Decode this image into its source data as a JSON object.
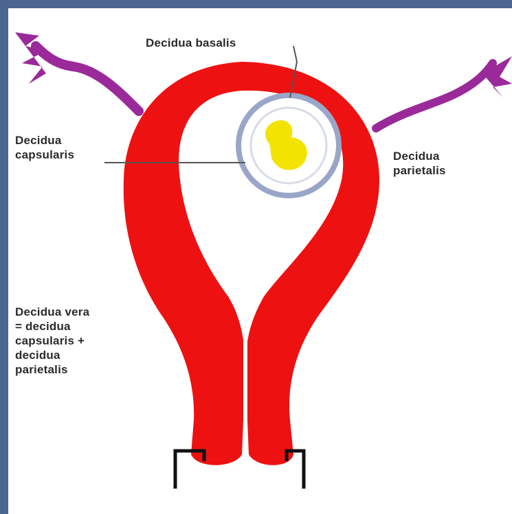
{
  "diagram": {
    "labels": {
      "decidua_basalis": "Decidua basalis",
      "decidua_capsularis": "Decidua\ncapsularis",
      "decidua_parietalis": "Decidua\nparietalis",
      "decidua_vera": "Decidua vera\n= decidua\ncapsularis +\ndecidua\nparietalis"
    },
    "colors": {
      "uterus_wall": "#ee1111",
      "uterine_tubes": "#9a2a9a",
      "chorionic_sac": "#9aa6c8",
      "embryo": "#f2e400",
      "cervix_outline": "#111111",
      "frame_border": "#4a6690",
      "leader_lines": "#555555"
    }
  }
}
